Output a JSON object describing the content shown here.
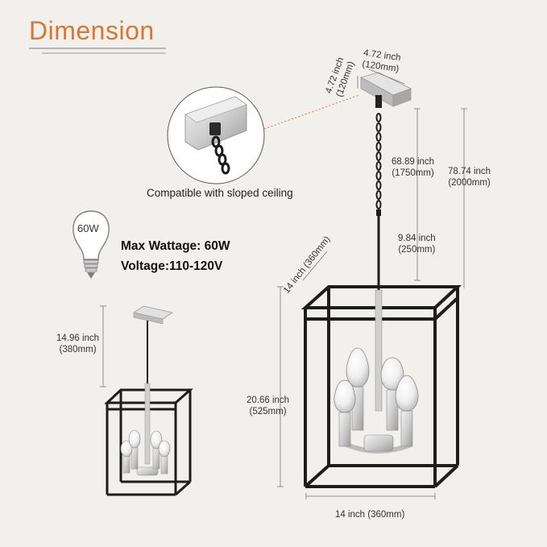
{
  "title": "Dimension",
  "colors": {
    "accent": "#d9772f",
    "frame": "#1d1d1d",
    "metal": "#c9c9c9",
    "background": "#f2f0ed"
  },
  "icons": [
    "bulb-icon",
    "chain-icon",
    "lamp-bulb-icon"
  ],
  "caption": "Compatible with sloped ceiling",
  "bulb": {
    "label": "60W"
  },
  "specs": {
    "max_wattage": "Max Wattage: 60W",
    "voltage": "Voltage:110-120V"
  },
  "dimensions": {
    "canopy_width_in": "4.72 inch",
    "canopy_width_mm": "(120mm)",
    "canopy_depth_in": "4.72 inch",
    "canopy_depth_mm": "(120mm)",
    "chain_length_in": "68.89 inch",
    "chain_length_mm": "(1750mm)",
    "total_height_in": "78.74 inch",
    "total_height_mm": "(2000mm)",
    "rod_length_in": "9.84 inch",
    "rod_length_mm": "(250mm)",
    "cage_depth": "14 inch (360mm)",
    "cage_height_in": "20.66 inch",
    "cage_height_mm": "(525mm)",
    "cage_width": "14 inch (360mm)",
    "min_height_in": "14.96 inch",
    "min_height_mm": "(380mm)"
  }
}
